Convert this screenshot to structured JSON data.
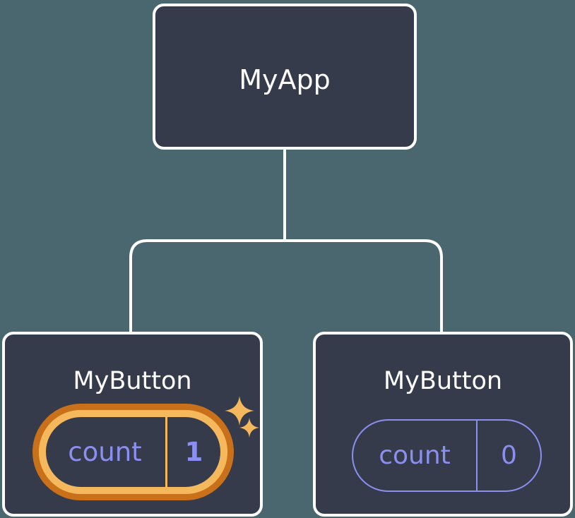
{
  "diagram": {
    "type": "component-tree",
    "background_color": "#4A666F",
    "node_fill_color": "#353B4A",
    "node_border_color": "#FFFFFF",
    "edge_color": "#FFFFFF",
    "accent_highlight_color": "#F5B85C",
    "accent_highlight_outline_color": "#C9701A",
    "state_text_color": "#8B8FEF"
  },
  "root": {
    "title": "MyApp"
  },
  "children": [
    {
      "title": "MyButton",
      "highlighted": true,
      "badge": {
        "key": "count",
        "value": "1"
      },
      "sparkles": [
        {
          "name": "sparkle-large"
        },
        {
          "name": "sparkle-small"
        }
      ]
    },
    {
      "title": "MyButton",
      "highlighted": false,
      "badge": {
        "key": "count",
        "value": "0"
      }
    }
  ]
}
